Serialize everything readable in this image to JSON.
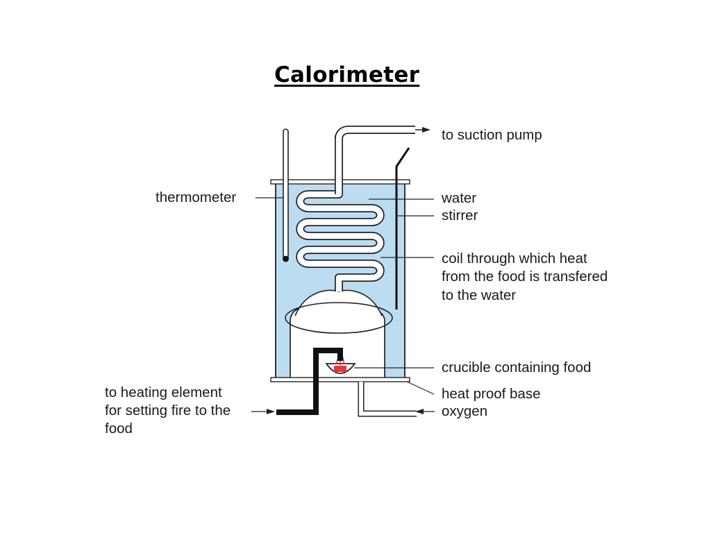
{
  "title": "Calorimeter",
  "labels": {
    "suction": "to suction pump",
    "thermometer": "thermometer",
    "water": "water",
    "stirrer": "stirrer",
    "coil_1": "coil through which heat",
    "coil_2": "from the food is transfered",
    "coil_3": "to the water",
    "crucible": "crucible containing food",
    "base": "heat proof base",
    "oxygen": "oxygen",
    "heating_1": "to heating element",
    "heating_2": "for setting fire to the",
    "heating_3": "food"
  },
  "colors": {
    "water": "#bcdcf2",
    "outline": "#222222",
    "flame": "#e23a3a"
  }
}
